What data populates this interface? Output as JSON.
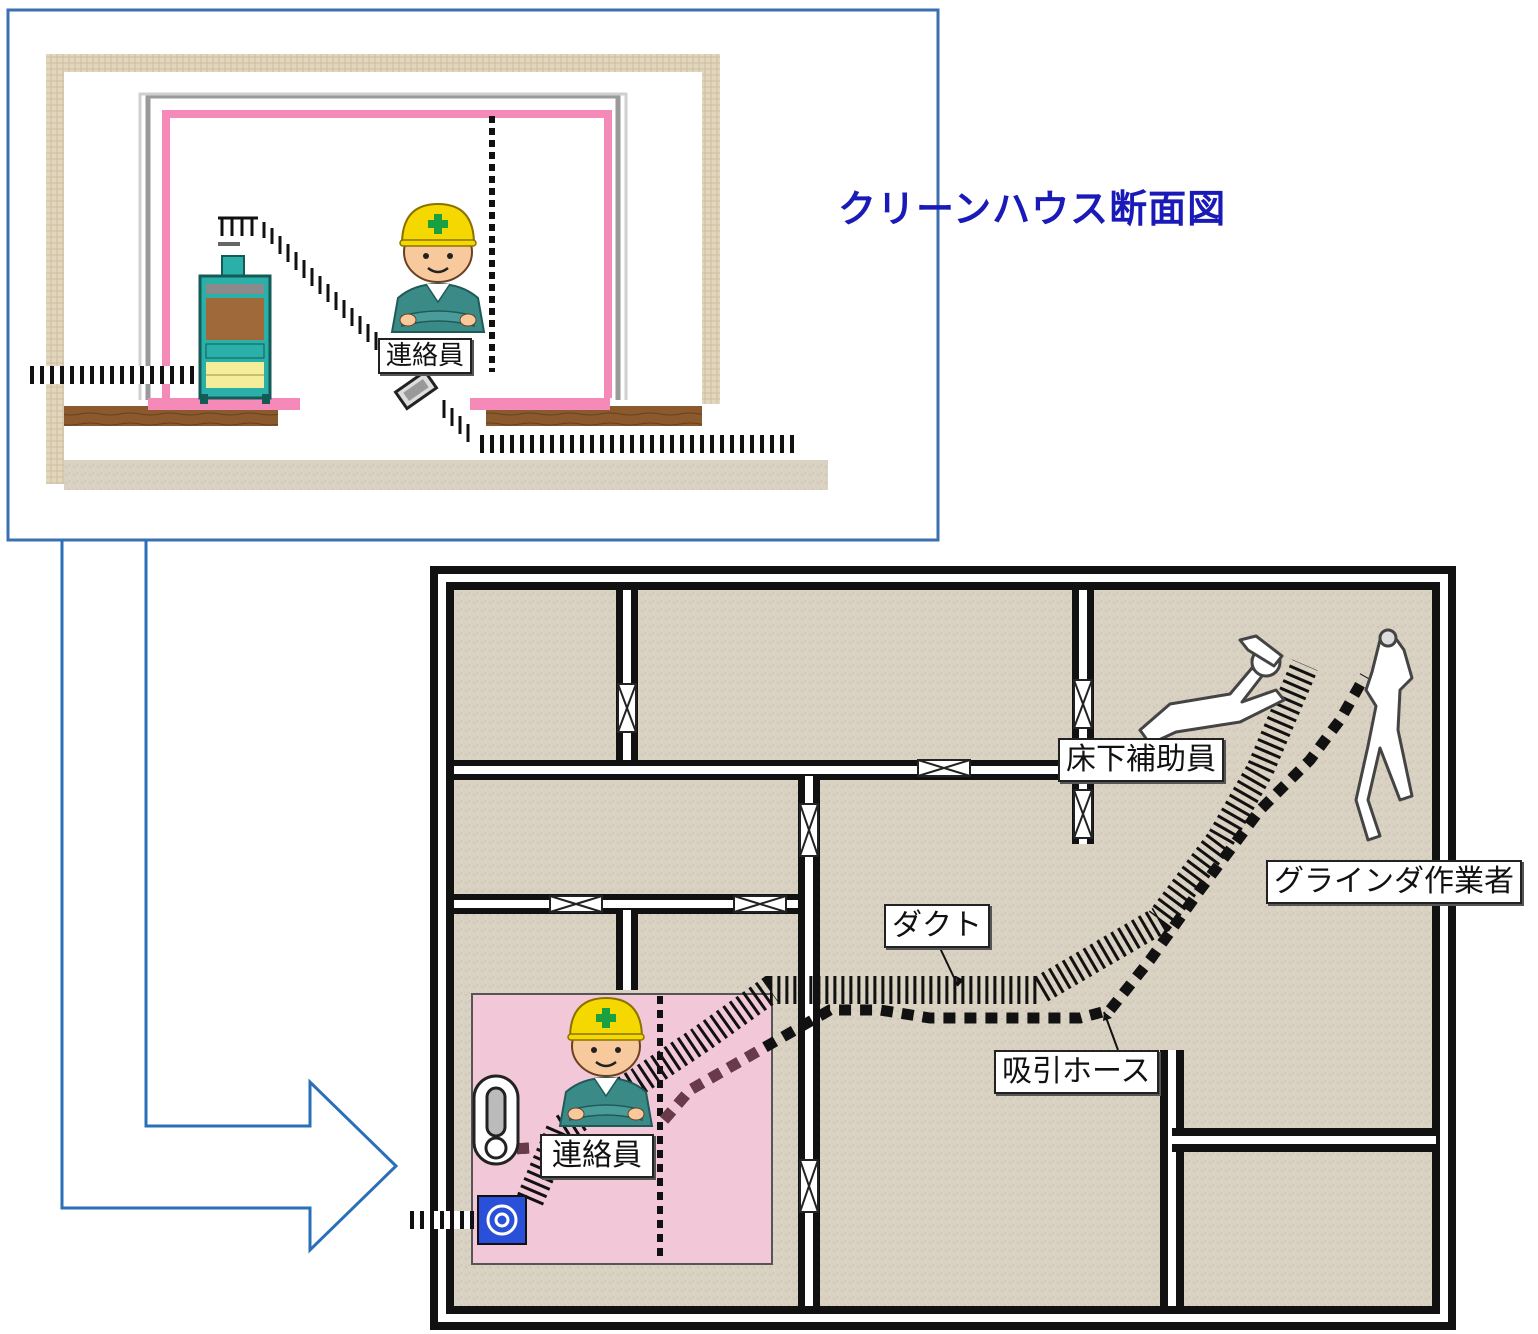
{
  "title": "クリーンハウス断面図",
  "labels": {
    "liaison_section": "連絡員",
    "liaison_plan": "連絡員",
    "floor_assistant": "床下補助員",
    "grinder_worker": "グラインダ作業者",
    "duct": "ダクト",
    "suction_hose": "吸引ホース"
  },
  "colors": {
    "title": "#1a1ab8",
    "frame": "#2a6fb8",
    "clean_house_wall": "#f58ab8",
    "clean_house_area": "#f2c8d8",
    "concrete": "#d8d0c0",
    "floor_board": "#7a4a22",
    "dust_collector": "#2ab0a8",
    "vacuum_unit": "#2a4fd8",
    "helmet": "#f5d800",
    "uniform": "#3a8a88"
  },
  "icons": [
    "worker-icon",
    "dust-collector-icon",
    "vacuum-cleaner-icon",
    "blower-icon",
    "hepa-filter-icon"
  ]
}
